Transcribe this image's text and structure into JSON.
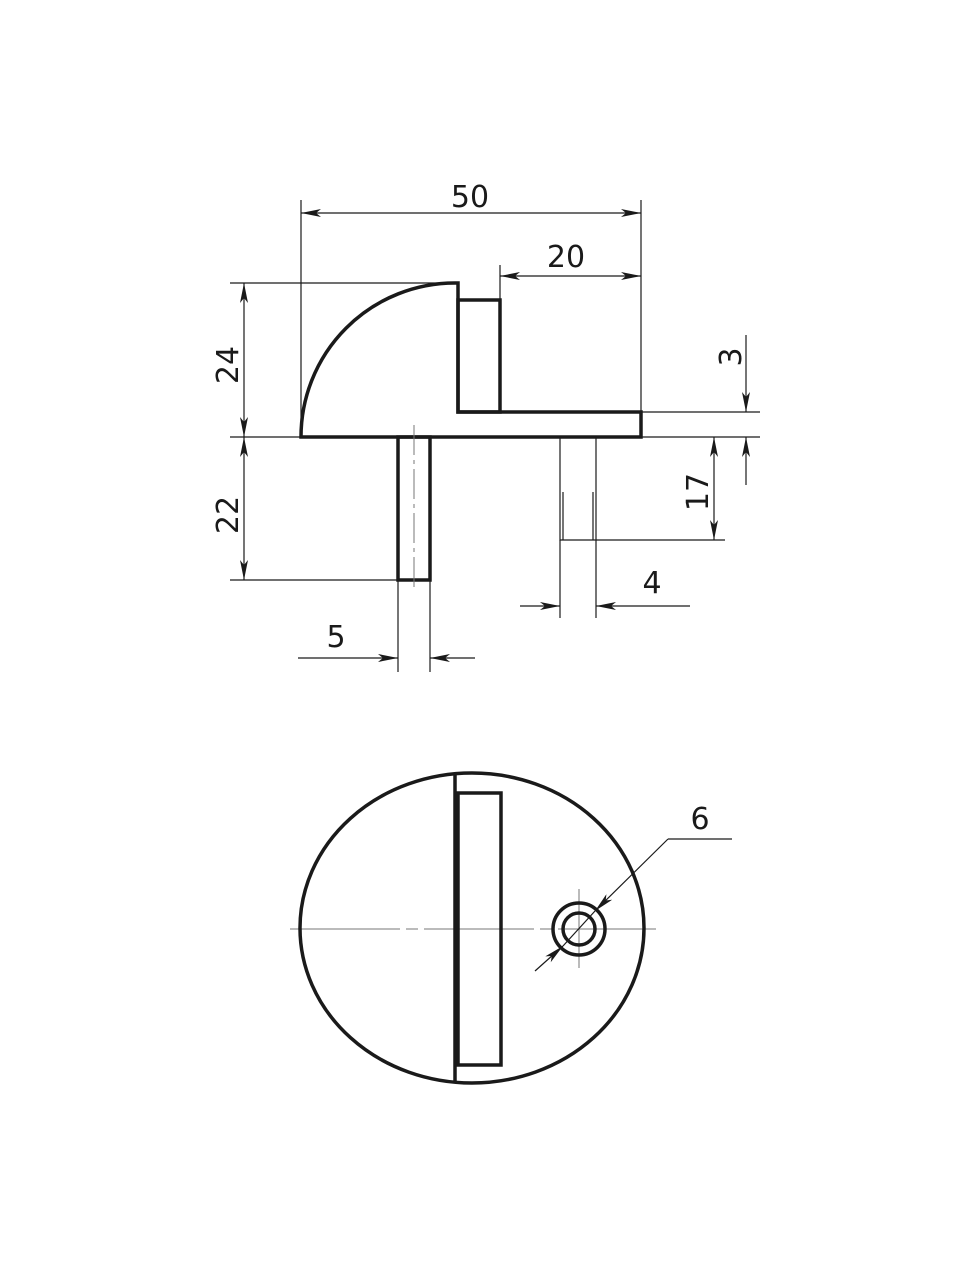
{
  "drawing": {
    "side_view": {
      "dimensions": {
        "overall_width": "50",
        "tab_to_edge": "20",
        "body_height": "24",
        "plate_thickness": "3",
        "long_pin_length": "22",
        "short_pin_length": "17",
        "short_pin_diameter": "4",
        "long_pin_diameter": "5"
      }
    },
    "top_view": {
      "dimensions": {
        "hole_diameter": "6"
      }
    },
    "line_color": "#1a1a1a"
  }
}
